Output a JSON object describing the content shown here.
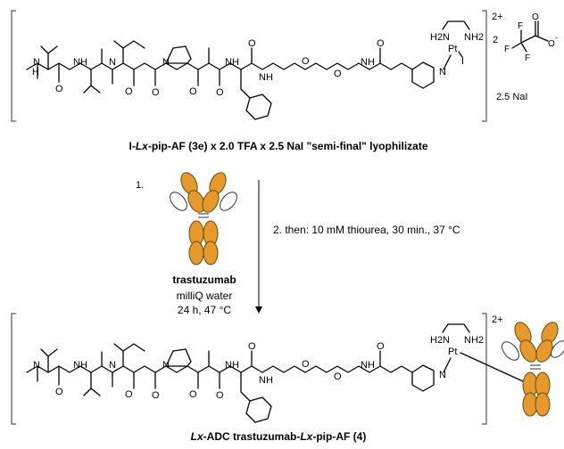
{
  "top_compound": {
    "charge": "2+",
    "tfa_count": "2",
    "tfa_atoms": {
      "f1": "F",
      "f2": "F",
      "f3": "F",
      "o1": "O",
      "o2": "O",
      "o_minus": "-"
    },
    "nai": "2.5 NaI",
    "pt": {
      "nh2_left": "H2N",
      "nh2_right": "NH2",
      "pt": "Pt",
      "iodide": "I"
    },
    "atoms": {
      "n1": "N",
      "h1": "H",
      "nh2": "NH",
      "n3": "N",
      "o_methoxy1": "O",
      "n4": "N",
      "o_methoxy2": "O",
      "nh5": "NH",
      "o_ether1": "O",
      "o_ether2": "O",
      "nh6": "NH",
      "nh7": "NH",
      "n_pip": "N",
      "o_carbonyl": "O"
    },
    "caption_prefix": "I-",
    "caption_italic": "Lx",
    "caption_rest": "-pip-AF (3e) x 2.0 TFA x 2.5 NaI \"semi-final\" lyophilizate"
  },
  "reaction": {
    "step1": "1.",
    "step2": "2. then: 10 mM thiourea, 30 min., 37 °C",
    "antibody": "trastuzumab",
    "solvent": "milliQ water",
    "conditions": "24 h, 47 °C"
  },
  "bottom_compound": {
    "charge": "2+",
    "pt": {
      "nh2_left": "H2N",
      "nh2_right": "NH2",
      "pt": "Pt"
    },
    "caption_italic1": "Lx",
    "caption_mid": "-ADC trastuzumab-",
    "caption_italic2": "Lx",
    "caption_rest": "-pip-AF (4)"
  }
}
